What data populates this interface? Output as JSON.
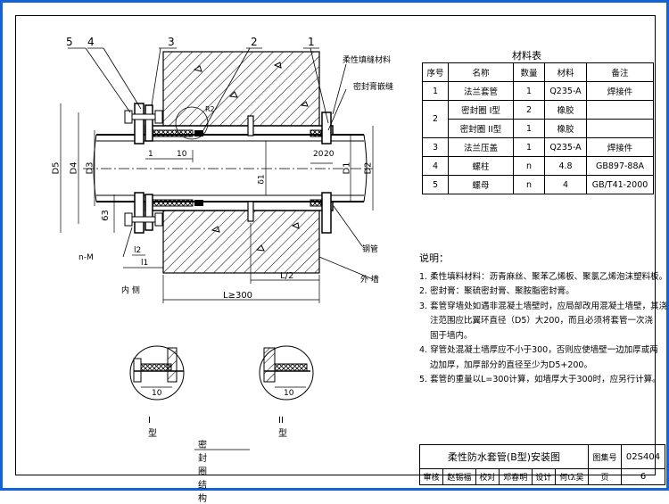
{
  "material_table": {
    "title": "材料表",
    "headers": [
      "序号",
      "名称",
      "数量",
      "材料",
      "备注"
    ],
    "rows": [
      {
        "no": "1",
        "name": "法兰套管",
        "qty": "1",
        "material": "Q235-A",
        "remark": "焊接件"
      },
      {
        "no": "2",
        "name": "密封圈 I型",
        "qty": "2",
        "material": "橡胶",
        "remark": ""
      },
      {
        "no": "",
        "name": "密封圈 II型",
        "qty": "1",
        "material": "橡胶",
        "remark": ""
      },
      {
        "no": "3",
        "name": "法兰压盖",
        "qty": "1",
        "material": "Q235-A",
        "remark": "焊接件"
      },
      {
        "no": "4",
        "name": "螺柱",
        "qty": "n",
        "material": "4.8",
        "remark": "GB897-88A"
      },
      {
        "no": "5",
        "name": "螺母",
        "qty": "n",
        "material": "4",
        "remark": "GB/T41-2000"
      }
    ]
  },
  "notes": {
    "heading": "说明：",
    "lines": [
      "1. 柔性填料材料：沥青麻丝、聚苯乙烯板、聚氯乙烯泡沫塑料板。",
      "2. 密封膏：聚硫密封膏、聚胺脂密封膏。",
      "3. 套管穿墙处如遇非混凝土墙壁时，应局部改用混凝土墙壁，其浇",
      "注范围应比翼环直径（D5）大200，而且必须将套管一次浇",
      "固于墙内。",
      "4. 穿管处混凝土墙厚应不小于300，否则应使墙壁一边加厚或两",
      "边加厚，加厚部分的直径至少为D5+200。",
      "5. 套管的重量以L=300计算，如墙厚大于300时，应另行计算。"
    ]
  },
  "drawing": {
    "part_labels": [
      "5",
      "4",
      "3",
      "2",
      "1"
    ],
    "callouts": {
      "flexible_fill": "柔性填缝材料",
      "sealant": "密封膏嵌缝",
      "steel_pipe": "钢管",
      "outside": "外  墙",
      "inside": "内  侧"
    },
    "dims": {
      "D5": "D5",
      "D4": "D4",
      "D3": "D3",
      "D1": "D1",
      "D2": "D2",
      "delta": "δ1",
      "seal63": "63",
      "r": "R2",
      "l_total": "L≥300",
      "l_half": "L/2",
      "d10": "10",
      "d1": "1",
      "l1": "l1",
      "l2": "l2",
      "nm": "n-M",
      "d20a": "20",
      "d20b": "20"
    },
    "detail_type_1": "I型",
    "detail_type_2": "II型",
    "detail_dim": "10",
    "detail_caption": "密封圈结构"
  },
  "title_block": {
    "drawing_title": "柔性防水套管(B型)安装图",
    "atlas_label": "图集号",
    "atlas_no": "02S404",
    "review_label": "审核",
    "review_sign": "赵锡福",
    "check_label": "校对",
    "check_sign": "邓春明",
    "design_label": "设计",
    "design_sign": "何ιλ吴",
    "page_label": "页",
    "page_no": "6"
  },
  "colors": {
    "border": "#1463d6",
    "ink": "#000000"
  }
}
